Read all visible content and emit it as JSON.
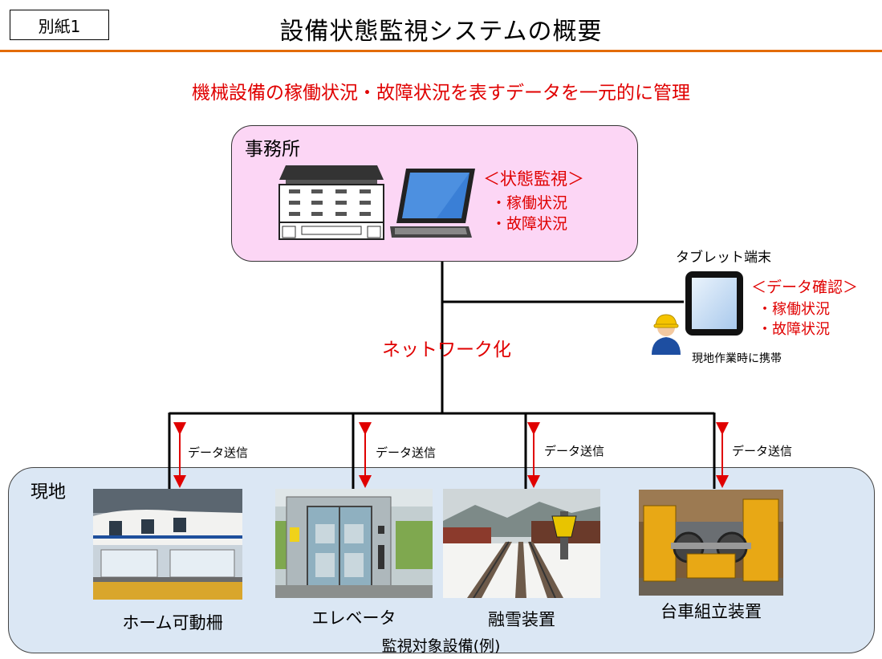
{
  "header": {
    "attachment_label": "別紙1",
    "title": "設備状態監視システムの概要"
  },
  "subtitle": "機械設備の稼働状況・故障状況を表すデータを一元的に管理",
  "office": {
    "label": "事務所",
    "monitor_heading": "＜状態監視＞",
    "monitor_items": [
      "・稼働状況",
      "・故障状況"
    ]
  },
  "tablet": {
    "label": "タブレット端末",
    "heading": "＜データ確認＞",
    "items": [
      "・稼働状況",
      "・故障状況"
    ],
    "note": "現地作業時に携帯"
  },
  "network_label": "ネットワーク化",
  "data_send_label": "データ送信",
  "site": {
    "label": "現地",
    "equipment": [
      {
        "caption": "ホーム可動柵",
        "icon": "platform-door-photo"
      },
      {
        "caption": "エレベータ",
        "icon": "elevator-photo"
      },
      {
        "caption": "融雪装置",
        "icon": "snow-melting-photo"
      },
      {
        "caption": "台車組立装置",
        "icon": "bogie-assembly-photo"
      }
    ],
    "example_caption": "監視対象設備(例)"
  },
  "colors": {
    "accent_red": "#e00000",
    "title_rule": "#e36c0a",
    "office_fill": "#fcd6f5",
    "site_fill": "#dbe7f4"
  }
}
